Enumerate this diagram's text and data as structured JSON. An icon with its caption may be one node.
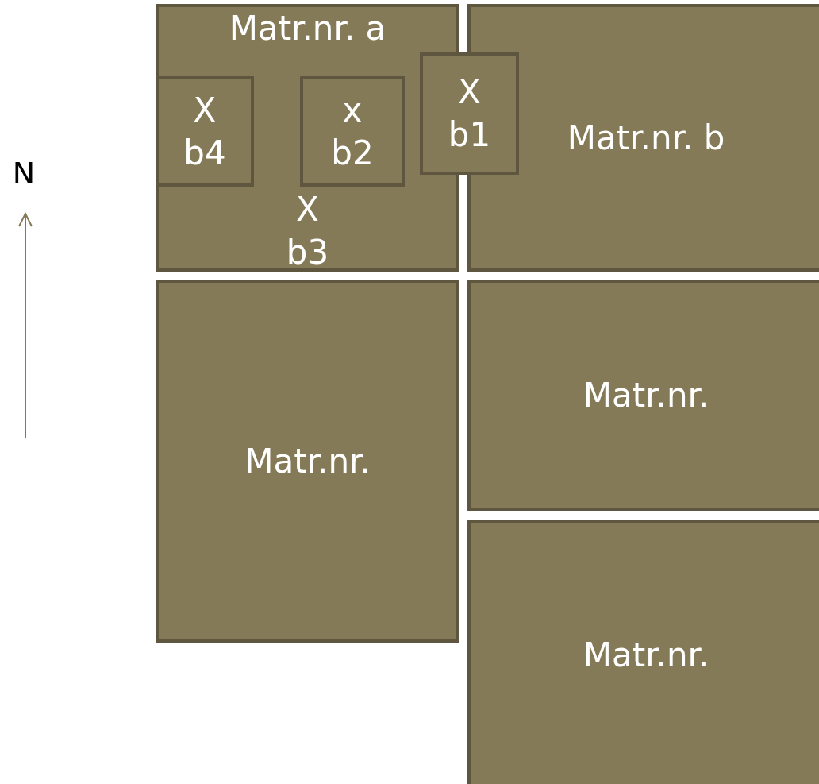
{
  "diagram": {
    "nodes": [
      {
        "text": [
          "Matr.nr. a",
          "X b3"
        ]
      },
      {
        "text": [
          "X b4"
        ],
        "in": 0
      },
      {
        "text": [
          "x b2"
        ],
        "in": 0
      },
      {
        "text": [
          "X b1"
        ]
      },
      {
        "text": [
          "Matr.nr. b"
        ]
      },
      {
        "text": [
          "Matr.nr."
        ]
      },
      {
        "text": [
          "Matr.nr."
        ]
      },
      {
        "text": [
          "Matr.nr."
        ]
      }
    ],
    "labels": [
      "N"
    ]
  }
}
